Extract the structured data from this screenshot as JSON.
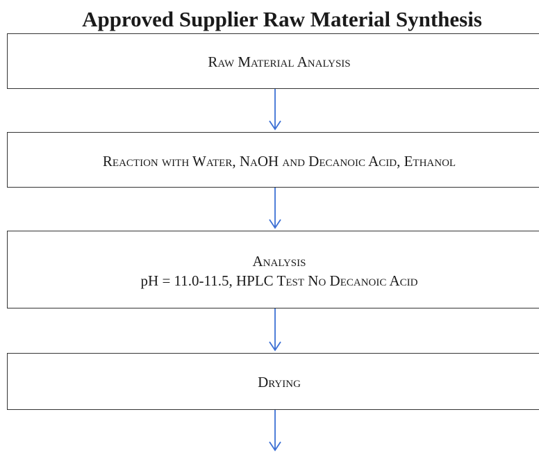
{
  "diagram": {
    "title": "Approved Supplier Raw Material Synthesis",
    "steps": [
      {
        "line1": "Raw Material Analysis"
      },
      {
        "line1": "Reaction with Water, NaOH and Decanoic Acid, Ethanol"
      },
      {
        "line1": "Analysis",
        "line2_prefix": "pH = 11.0-11.5, ",
        "line2_rest": "HPLC Test No Decanoic Acid"
      },
      {
        "line1": "Drying"
      }
    ],
    "arrow_color": "#3b6fd4",
    "border_color": "#333333"
  }
}
